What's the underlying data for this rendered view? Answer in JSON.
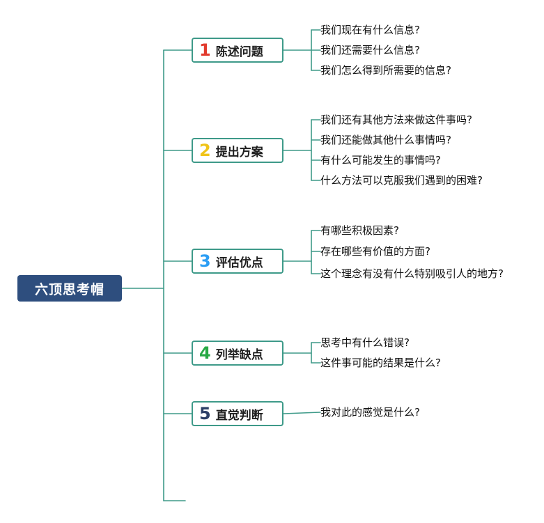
{
  "root": {
    "label": "六顶思考帽"
  },
  "branches": [
    {
      "number": "1",
      "label": "陈述问题",
      "number_color": "#e23b2e",
      "leaves": [
        "我们现在有什么信息?",
        "我们还需要什么信息?",
        "我们怎么得到所需要的信息?"
      ]
    },
    {
      "number": "2",
      "label": "提出方案",
      "number_color": "#f0c419",
      "leaves": [
        "我们还有其他方法来做这件事吗?",
        "我们还能做其他什么事情吗?",
        "有什么可能发生的事情吗?",
        "什么方法可以克服我们遇到的困难?"
      ]
    },
    {
      "number": "3",
      "label": "评估优点",
      "number_color": "#2a9df4",
      "leaves": [
        "有哪些积极因素?",
        "存在哪些有价值的方面?",
        "这个理念有没有什么特别吸引人的地方?"
      ]
    },
    {
      "number": "4",
      "label": "列举缺点",
      "number_color": "#27a844",
      "leaves": [
        "思考中有什么错误?",
        "这件事可能的结果是什么?"
      ]
    },
    {
      "number": "5",
      "label": "直觉判断",
      "number_color": "#2c3e66",
      "leaves": [
        "我对此的感觉是什么?"
      ]
    }
  ],
  "colors": {
    "root_background": "#2e4e7e",
    "root_text": "#ffffff",
    "branch_border": "#3e9a89",
    "connector": "#3e9a89",
    "leaf_text": "#111111"
  }
}
